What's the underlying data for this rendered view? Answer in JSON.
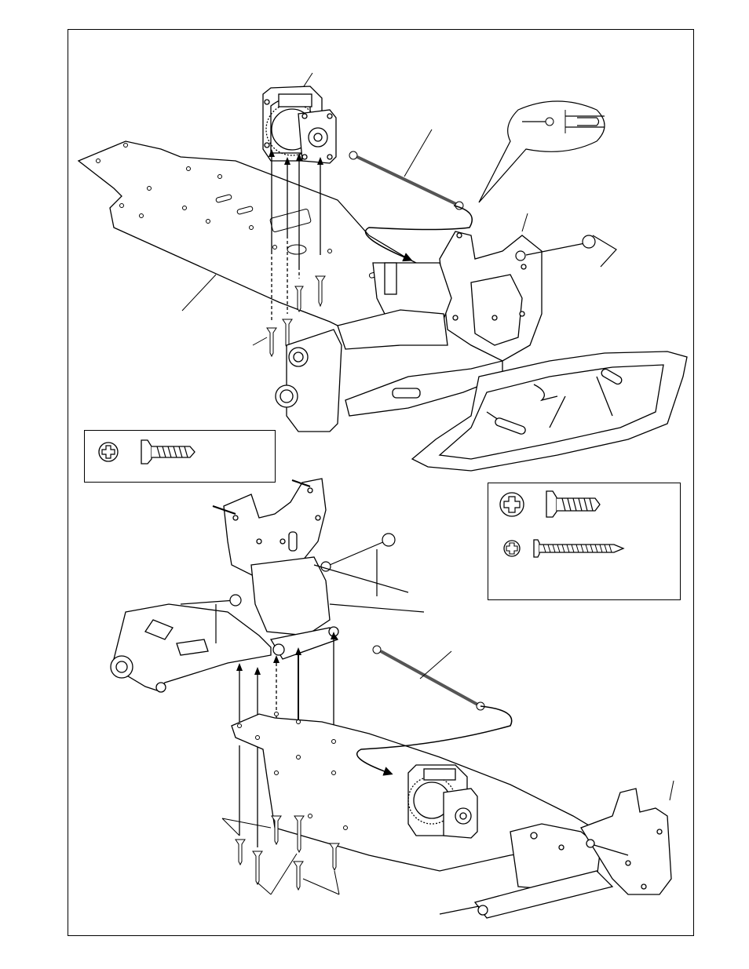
{
  "diagram": {
    "type": "assembly-instruction",
    "colors": {
      "line": "#000000",
      "fill": "#ffffff",
      "shaft": "#555555",
      "plate": "#ffffff"
    },
    "callouts": [
      {
        "icon": "phillips-countersunk-screw-icon"
      },
      {
        "icon": "phillips-countersunk-screw-icon"
      },
      {
        "icon": "phillips-pan-head-long-screw-icon"
      }
    ],
    "parts": [
      "gearbox",
      "drive-shaft",
      "chassis-plate",
      "front-bulkhead",
      "suspension-arm",
      "front-bumper",
      "rear-bulkhead",
      "screw"
    ]
  }
}
